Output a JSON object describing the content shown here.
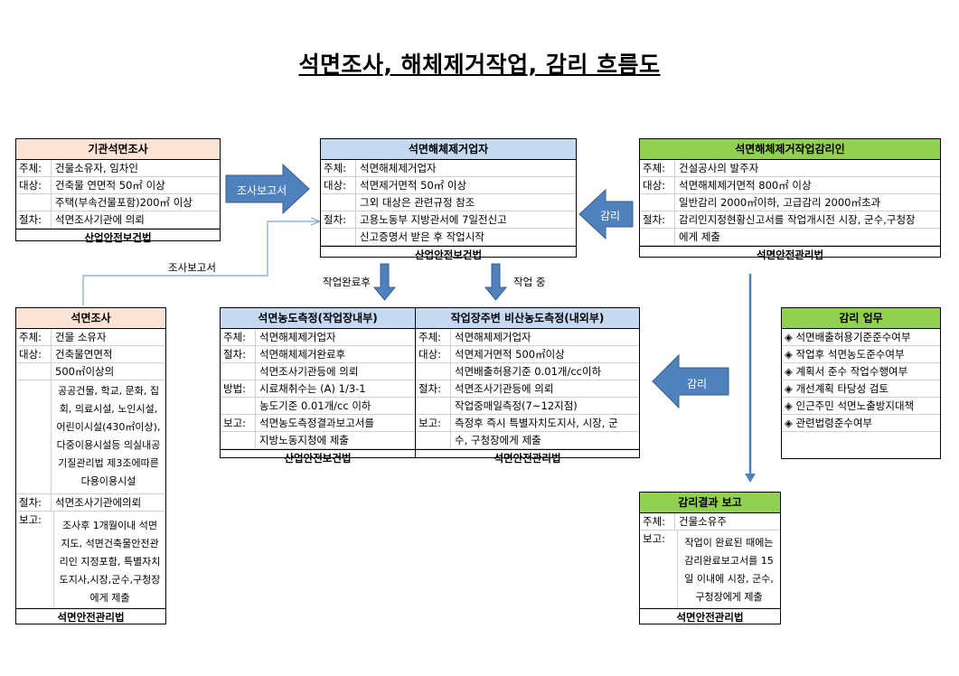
{
  "title": "석면조사, 해체제거작업, 감리 흐름도",
  "agency_survey": {
    "header": "기관석면조사",
    "rows": [
      {
        "label": "주체:",
        "value": "건물소유자, 임차인"
      },
      {
        "label": "대상:",
        "value": "건축물 연면적 50㎡ 이상"
      },
      {
        "label": "",
        "value": "주택(부속건물포함)200㎡ 이상"
      },
      {
        "label": "절차:",
        "value": "석면조사기관에 의뢰"
      }
    ],
    "footer": "산업안전보건법"
  },
  "removal_contractor": {
    "header": "석면해체제거업자",
    "rows": [
      {
        "label": "주체:",
        "value": "석면해체제거업자"
      },
      {
        "label": "대상:",
        "value": "석면제거면적 50㎡ 이상"
      },
      {
        "label": "",
        "value": "그외 대상은 관련규정 참조"
      },
      {
        "label": "절차:",
        "value": "고용노동부 지방관서에 7일전신고"
      },
      {
        "label": "",
        "value": "신고증명서 받은 후 작업시작"
      }
    ],
    "footer": "산업안전보건법"
  },
  "supervisor": {
    "header": "석면해체제거작업감리인",
    "rows": [
      {
        "label": "주체:",
        "value": "건설공사의 발주자"
      },
      {
        "label": "대상:",
        "value": "석면해체제거면적 800㎡ 이상"
      },
      {
        "label": "",
        "value": "일반감리 2000㎡이하, 고급감리 2000㎡초과"
      },
      {
        "label": "절차:",
        "value": "감리인지정현황신고서를 작업개시전 시장, 군수,구청장"
      },
      {
        "label": "",
        "value": "에게 제출"
      }
    ],
    "footer": "석면안전관리법"
  },
  "asbestos_survey": {
    "header": "석면조사",
    "rows": [
      {
        "label": "주체:",
        "value": "건물 소유자"
      },
      {
        "label": "대상:",
        "value": "건축물연면적"
      },
      {
        "label": "",
        "value": "500㎡이상의"
      }
    ],
    "target_detail": "공공건물, 학교, 문화, 집회, 의료시설, 노인시설, 어린이시설(430㎡이상), 다중이용시설등 의실내공기질관리법 제3조에따른 다용이용시설",
    "procedure_label": "절차:",
    "procedure_value": "석면조사기관에의뢰",
    "report_label": "보고:",
    "report_value": "조사후 1개월이내 석면지도, 석면건축물안전관리인 지정포함, 특별자치도지사,시장,군수,구청장에게 제출",
    "footer": "석면안전관리법"
  },
  "concentration_work": {
    "header": "석면농도측정(작업장내부)",
    "rows": [
      {
        "label": "주체:",
        "value": "석면해체제거업자"
      },
      {
        "label": "절차:",
        "value": "석면해체제거완료후"
      },
      {
        "label": "",
        "value": "석면조사기관등에 의뢰"
      },
      {
        "label": "방법:",
        "value": "시료채취수는 (A) 1/3-1"
      },
      {
        "label": "",
        "value": "농도기준 0.01개/cc 이하"
      },
      {
        "label": "보고:",
        "value": "석면농도측정결과보고서를"
      },
      {
        "label": "",
        "value": "지방노동지청에 제출"
      }
    ],
    "footer": "산업안전보건법"
  },
  "concentration_perimeter": {
    "header": "작업장주변 비산농도측정(내외부)",
    "rows": [
      {
        "label": "주체:",
        "value": "석면해체제거업자"
      },
      {
        "label": "대상:",
        "value": "석면제거면적 500㎡이상"
      },
      {
        "label": "",
        "value": "석면배출허용기준 0.01개/cc이하"
      },
      {
        "label": "절차:",
        "value": "석면조사기관등에 의뢰"
      },
      {
        "label": "",
        "value": "작업중매일측정(7~12지점)"
      },
      {
        "label": "보고:",
        "value": "측정후 즉시 특별자치도지사, 시장, 군"
      },
      {
        "label": "",
        "value": "수, 구청장에게 제출"
      }
    ],
    "footer": "석면안전관리법"
  },
  "supervision_tasks": {
    "header": "감리 업무",
    "items": [
      "◈ 석면배출허용기준준수여부",
      "◈ 작업후 석면농도준수여부",
      "◈ 계획서 준수 작업수행여부",
      "◈ 개선계획 타당성 검토",
      "◈ 인근주민 석면노출방지대책",
      "◈ 관련법령준수여부"
    ]
  },
  "supervision_report": {
    "header": "감리결과 보고",
    "subject_label": "주체:",
    "subject_value": "건물소유주",
    "report_label": "보고:",
    "report_value": "작업이 완료된 때에는 감리완료보고서를 15일 이내에 시장, 군수, 구청장에게 제출",
    "footer": "석면안전관리법"
  },
  "arrows": {
    "survey_report_big": "조사보고서",
    "survey_report_line": "조사보고서",
    "supervision_top": "감리",
    "supervision_mid": "감리",
    "after_completion": "작업완료후",
    "during_work": "작업 중"
  },
  "colors": {
    "arrow_fill": "#4f81bd",
    "arrow_stroke": "#385d8a",
    "header_peach": "#fbe4d5",
    "header_blue": "#c5d9f1",
    "header_green": "#92d050",
    "connector_line": "#7da3d8"
  }
}
